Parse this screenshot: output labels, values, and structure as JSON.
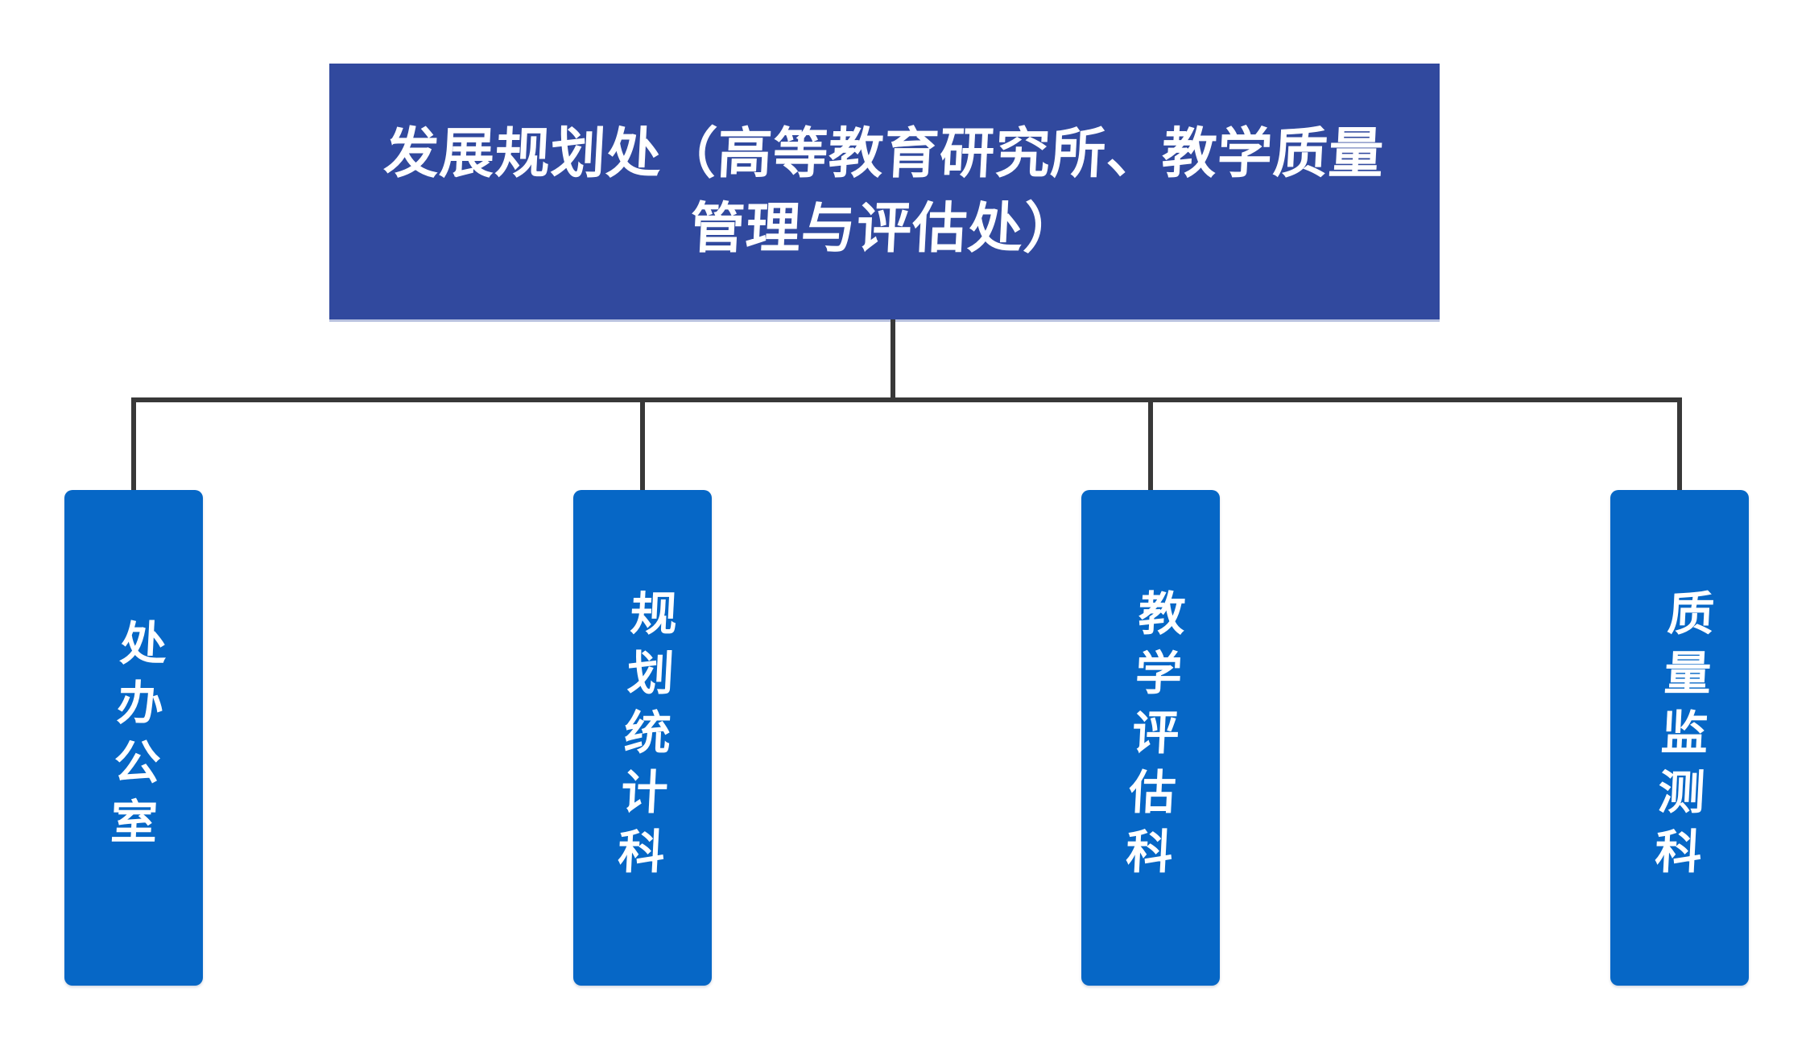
{
  "org_chart": {
    "root": {
      "label": "发展规划处（高等教育研究所、教学质量管理与评估处）",
      "label_lines": [
        "发展规划处（高等教育研究所、教学质量",
        "管理与评估处）"
      ]
    },
    "children": [
      {
        "label": "处办公室"
      },
      {
        "label": "规划统计科"
      },
      {
        "label": "教学评估科"
      },
      {
        "label": "质量监测科"
      }
    ]
  },
  "colors": {
    "page_bg": "#ffffff",
    "root_box_bg": "#31499e",
    "child_box_bg": "#0667c6",
    "connector": "#383838",
    "box_text": "#ffffff"
  }
}
